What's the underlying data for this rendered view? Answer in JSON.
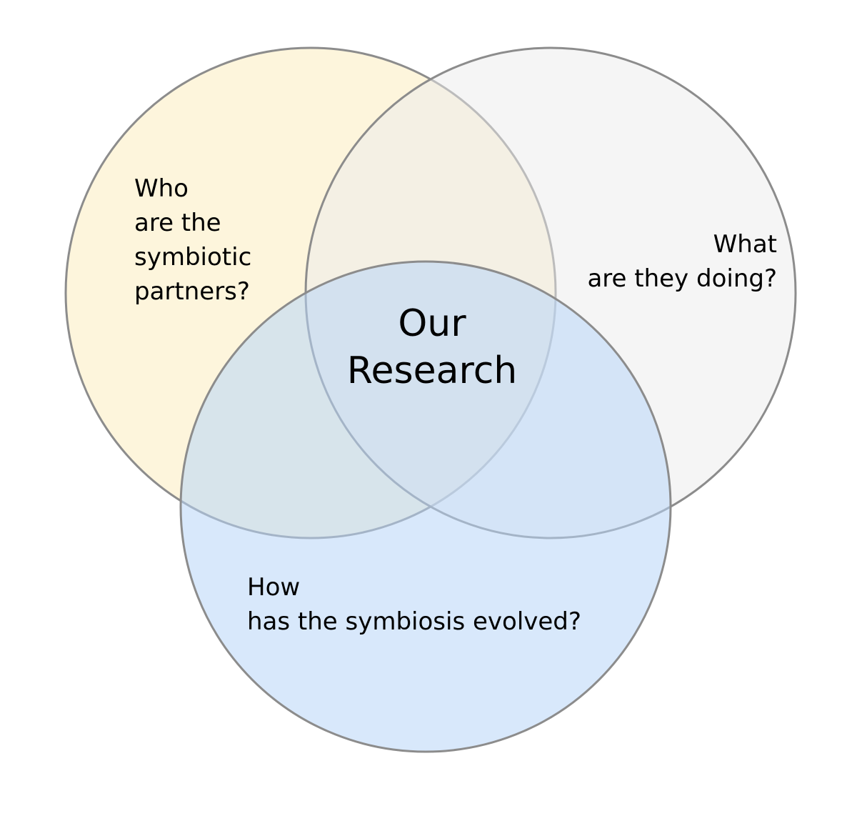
{
  "circles": [
    {
      "id": "partners",
      "fill": "#fbefc4",
      "opacity": 0.6,
      "stroke": "#8c8c8c"
    },
    {
      "id": "activity",
      "fill": "#ebebeb",
      "opacity": 0.5,
      "stroke": "#8c8c8c"
    },
    {
      "id": "evolution",
      "fill": "#b8d5f7",
      "opacity": 0.55,
      "stroke": "#8c8c8c"
    }
  ],
  "labels": {
    "who": [
      "Who",
      "are the",
      "symbiotic",
      "partners?"
    ],
    "what": [
      "What",
      "are they doing?"
    ],
    "how": [
      "How",
      "has the symbiosis evolved?"
    ],
    "center": [
      "Our",
      "Research"
    ]
  }
}
